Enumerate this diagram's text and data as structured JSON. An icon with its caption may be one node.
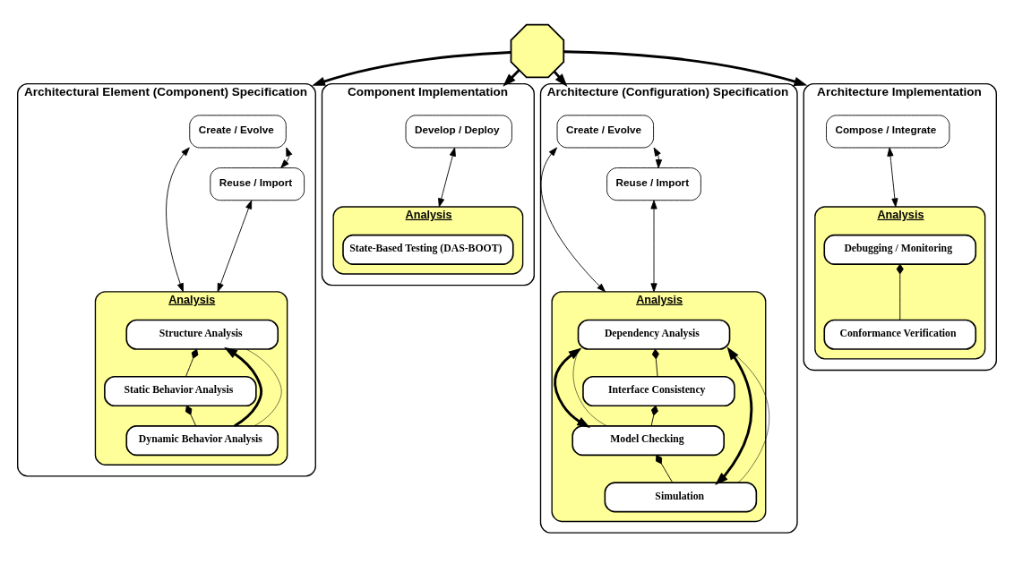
{
  "diagram": {
    "nodes": [
      {
        "text": [
          "Architectural Element (Component) Specification"
        ]
      },
      {
        "text": [
          "Create / Evolve"
        ],
        "in": 0
      },
      {
        "text": [
          "Reuse / Import"
        ],
        "in": 0
      },
      {
        "text": [
          "Analysis"
        ],
        "in": 0
      },
      {
        "text": [
          "Structure Analysis"
        ],
        "in": 3
      },
      {
        "text": [
          "Static Behavior Analysis"
        ],
        "in": 3
      },
      {
        "text": [
          "Dynamic Behavior Analysis"
        ],
        "in": 3
      },
      {
        "text": [
          "Component Implementation"
        ]
      },
      {
        "text": [
          "Develop / Deploy"
        ],
        "in": 7
      },
      {
        "text": [
          "Analysis"
        ],
        "in": 7
      },
      {
        "text": [
          "State-Based Testing (DAS-BOOT)"
        ],
        "in": 9
      },
      {
        "text": [
          "Architecture (Configuration) Specification"
        ]
      },
      {
        "text": [
          "Create / Evolve"
        ],
        "in": 11
      },
      {
        "text": [
          "Reuse / Import"
        ],
        "in": 11
      },
      {
        "text": [
          "Analysis"
        ],
        "in": 11
      },
      {
        "text": [
          "Dependency Analysis"
        ],
        "in": 14
      },
      {
        "text": [
          "Interface Consistency"
        ],
        "in": 14
      },
      {
        "text": [
          "Model Checking"
        ],
        "in": 14
      },
      {
        "text": [
          "Simulation"
        ],
        "in": 14
      },
      {
        "text": [
          "Architecture Implementation"
        ]
      },
      {
        "text": [
          "Compose / Integrate"
        ],
        "in": 19
      },
      {
        "text": [
          "Analysis"
        ],
        "in": 19
      },
      {
        "text": [
          "Debugging / Monitoring"
        ],
        "in": 21
      },
      {
        "text": [
          "Conformance Verification"
        ],
        "in": 21
      },
      {
        "text": [],
        "shape": "cross"
      }
    ],
    "edges": [
      {
        "from": 1,
        "to": 3,
        "arrow": "both"
      },
      {
        "from": 1,
        "to": 2,
        "arrow": "both"
      },
      {
        "from": 2,
        "to": 3,
        "arrow": "both"
      },
      {
        "from": 4,
        "to": 5,
        "arrow": "other"
      },
      {
        "from": 5,
        "to": 6,
        "arrow": "other"
      },
      {
        "from": 6,
        "to": 4,
        "arrow": "to",
        "style": "thick"
      },
      {
        "from": 6,
        "to": 4,
        "arrow": "none"
      },
      {
        "from": 8,
        "to": 9,
        "arrow": "both"
      },
      {
        "from": 12,
        "to": 14,
        "arrow": "both"
      },
      {
        "from": 12,
        "to": 13,
        "arrow": "both"
      },
      {
        "from": 13,
        "to": 14,
        "arrow": "both"
      },
      {
        "from": 15,
        "to": 16,
        "arrow": "other"
      },
      {
        "from": 16,
        "to": 17,
        "arrow": "other"
      },
      {
        "from": 17,
        "to": 18,
        "arrow": "other"
      },
      {
        "from": 15,
        "to": 17,
        "arrow": "both",
        "style": "thick"
      },
      {
        "from": 15,
        "to": 17,
        "arrow": "none"
      },
      {
        "from": 15,
        "to": 18,
        "arrow": "both",
        "style": "thick"
      },
      {
        "from": 15,
        "to": 18,
        "arrow": "none"
      },
      {
        "from": 20,
        "to": 21,
        "arrow": "both"
      },
      {
        "from": 22,
        "to": 23,
        "arrow": "other"
      },
      {
        "from": 24,
        "to": 0,
        "arrow": "to",
        "style": "thick"
      },
      {
        "from": 24,
        "to": 7,
        "arrow": "to",
        "style": "thick"
      },
      {
        "from": 24,
        "to": 11,
        "arrow": "to",
        "style": "thick"
      },
      {
        "from": 24,
        "to": 19,
        "arrow": "to",
        "style": "thick"
      }
    ]
  }
}
